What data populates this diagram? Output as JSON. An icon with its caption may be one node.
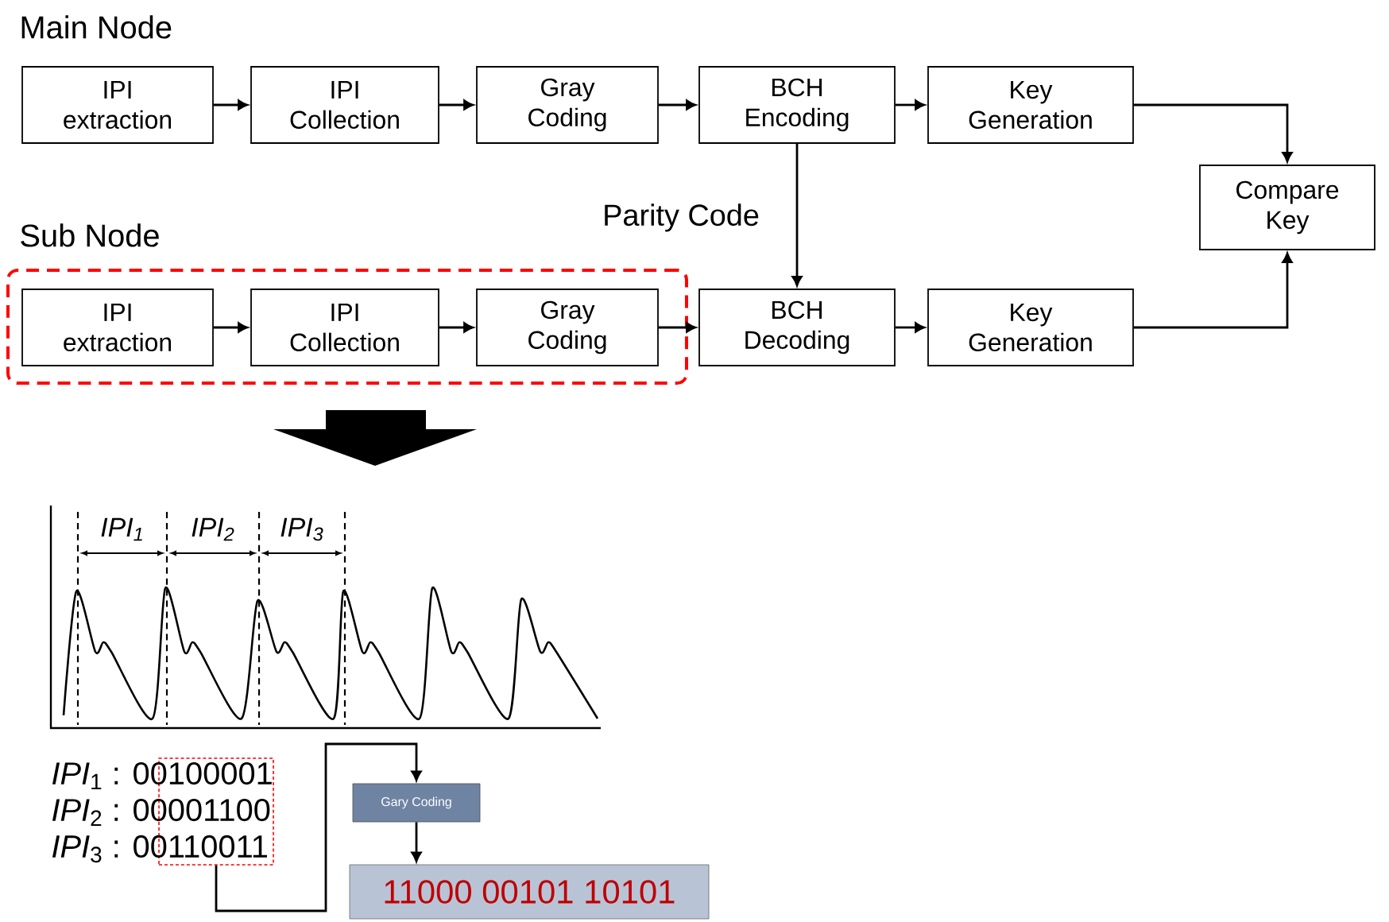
{
  "diagram": {
    "nodes": [
      {
        "text": [
          "IPI extraction"
        ]
      },
      {
        "text": [
          "IPI Collection"
        ]
      },
      {
        "text": [
          "Gray Coding"
        ]
      },
      {
        "text": [
          "BCH Encoding"
        ]
      },
      {
        "text": [
          "Key Generation"
        ]
      },
      {
        "text": [
          "Compare Key"
        ]
      },
      {
        "text": [],
        "shape": "box"
      },
      {
        "text": [
          "IPI extraction"
        ],
        "in": 6
      },
      {
        "text": [
          "IPI Collection"
        ],
        "in": 6
      },
      {
        "text": [
          "Gray Coding"
        ],
        "in": 6
      },
      {
        "text": [
          "BCH Decoding"
        ]
      },
      {
        "text": [
          "Key Generation"
        ]
      },
      {
        "text": [],
        "shape": "box"
      },
      {
        "text": [
          "Gary Coding"
        ]
      },
      {
        "text": [
          "11000 00101 10101"
        ]
      }
    ],
    "edges": [
      {
        "from": 0,
        "to": 1,
        "arrow": "to"
      },
      {
        "from": 1,
        "to": 2,
        "arrow": "to"
      },
      {
        "from": 2,
        "to": 3,
        "arrow": "to"
      },
      {
        "from": 3,
        "to": 4,
        "arrow": "to"
      },
      {
        "from": 4,
        "to": 5,
        "arrow": "to"
      },
      {
        "from": 3,
        "to": 10,
        "arrow": "to",
        "label": "Parity Code"
      },
      {
        "from": 7,
        "to": 8,
        "arrow": "to"
      },
      {
        "from": 8,
        "to": 9,
        "arrow": "to"
      },
      {
        "from": 9,
        "to": 10,
        "arrow": "to"
      },
      {
        "from": 10,
        "to": 11,
        "arrow": "to"
      },
      {
        "from": 11,
        "to": 5,
        "arrow": "to"
      },
      {
        "from": 12,
        "to": 13,
        "arrow": "to"
      },
      {
        "from": 13,
        "to": 14,
        "arrow": "to"
      }
    ],
    "labels": [
      "Main Node",
      "Sub Node",
      "IPI$_{1}$",
      "IPI$_{2}$",
      "IPI$_{3}$",
      "*IPI*$_{1}$ : 00100001",
      "*IPI*$_{2}$ : 00001100",
      "*IPI*$_{3}$ : 00110011"
    ]
  }
}
